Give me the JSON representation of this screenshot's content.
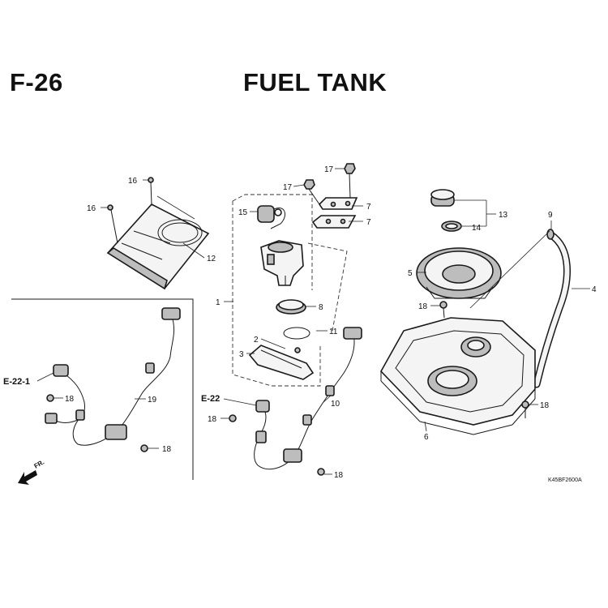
{
  "header": {
    "page_code": "F-26",
    "title": "FUEL TANK"
  },
  "callouts": {
    "c1": "1",
    "c2": "2",
    "c3": "3",
    "c4": "4",
    "c5": "5",
    "c6": "6",
    "c7a": "7",
    "c7b": "7",
    "c8": "8",
    "c9": "9",
    "c10": "10",
    "c11": "11",
    "c12": "12",
    "c13": "13",
    "c14": "14",
    "c15": "15",
    "c16a": "16",
    "c16b": "16",
    "c17a": "17",
    "c17b": "17",
    "c18a": "18",
    "c18b": "18",
    "c18c": "18",
    "c18d": "18",
    "c18e": "18",
    "c18f": "18",
    "c19": "19"
  },
  "refs": {
    "e22_1": "E-22-1",
    "e22": "E-22"
  },
  "direction": {
    "label": "FR."
  },
  "diagram_code": "K45BF2600A"
}
